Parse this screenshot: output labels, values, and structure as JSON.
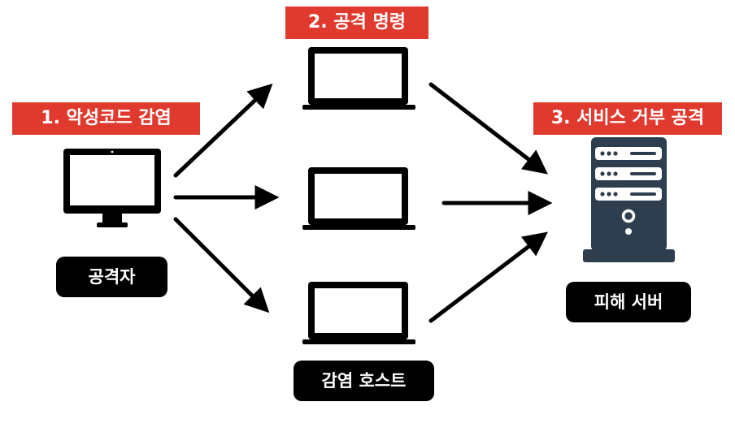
{
  "steps": {
    "infect": "1. 악성코드 감염",
    "command": "2. 공격 명령",
    "deny": "3. 서비스 거부 공격"
  },
  "nodes": {
    "attacker": "공격자",
    "infected_hosts": "감염 호스트",
    "victim_server": "피해 서버"
  },
  "icons": {
    "attacker": "desktop-monitor-icon",
    "host": "laptop-icon",
    "server": "server-tower-icon"
  },
  "colors": {
    "step_badge": "#e03a2e",
    "node_badge": "#000000",
    "server_body": "#2f3e4e"
  }
}
